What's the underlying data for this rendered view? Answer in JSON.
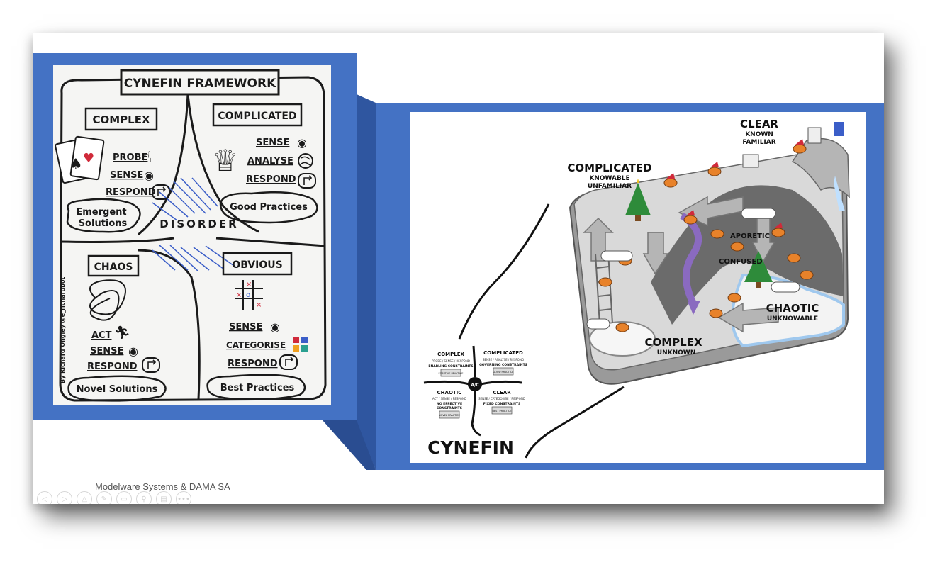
{
  "slide": {
    "footer": "Modelware Systems & DAMA SA",
    "nav_icons": [
      "previous-icon",
      "next-icon",
      "home-icon",
      "pen-icon",
      "slides-icon",
      "zoom-icon",
      "subtitle-icon",
      "more-icon"
    ],
    "nav_glyphs": [
      "◁",
      "▷",
      "△",
      "✎",
      "▭",
      "⚲",
      "▤",
      "•••"
    ]
  },
  "left_sketch": {
    "title": "CYNEFIN FRAMEWORK",
    "complex": {
      "heading": "COMPLEX",
      "steps": [
        "PROBE",
        "SENSE",
        "RESPOND"
      ],
      "outcome_line1": "Emergent",
      "outcome_line2": "Solutions"
    },
    "complicated": {
      "heading": "COMPLICATED",
      "steps": [
        "SENSE",
        "ANALYSE",
        "RESPOND"
      ],
      "outcome": "Good Practices"
    },
    "chaos": {
      "heading": "CHAOS",
      "steps": [
        "ACT",
        "SENSE",
        "RESPOND"
      ],
      "outcome": "Novel Solutions"
    },
    "obvious": {
      "heading": "OBVIOUS",
      "steps": [
        "SENSE",
        "CATEGORISE",
        "RESPOND"
      ],
      "outcome": "Best Practices"
    },
    "center": "DISORDER",
    "signature": "By Richard Ongley @e_richardbot"
  },
  "right_poster": {
    "clear": {
      "title": "CLEAR",
      "sub1": "KNOWN",
      "sub2": "FAMILIAR"
    },
    "complicated": {
      "title": "COMPLICATED",
      "sub1": "KNOWABLE",
      "sub2": "UNFAMILIAR"
    },
    "aporetic": "APORETIC",
    "confused": "CONFUSED",
    "chaotic": {
      "title": "CHAOTIC",
      "sub": "UNKNOWABLE"
    },
    "complex": {
      "title": "COMPLEX",
      "sub": "UNKNOWN"
    },
    "mini": {
      "complex": {
        "title": "COMPLEX",
        "line1": "PROBE / SENSE / RESPOND",
        "line2": "ENABLING CONSTRAINTS",
        "box": "EXAPTIVE PRACTICE"
      },
      "complicated": {
        "title": "COMPLICATED",
        "line1": "SENSE / ANALYSE / RESPOND",
        "line2": "GOVERNING CONSTRAINTS",
        "box": "GOOD PRACTICE"
      },
      "chaotic": {
        "title": "CHAOTIC",
        "line1": "ACT / SENSE / RESPOND",
        "line2": "NO EFFECTIVE",
        "line3": "CONSTRAINTS",
        "box": "NOVEL PRACTICE"
      },
      "clear": {
        "title": "CLEAR",
        "line1": "SENSE / CATEGORISE / RESPOND",
        "line2": "FIXED CONSTRAINTS",
        "box": "BEST PRACTICE"
      },
      "center": "A/C"
    },
    "wordmark": "CYNEFIN"
  }
}
